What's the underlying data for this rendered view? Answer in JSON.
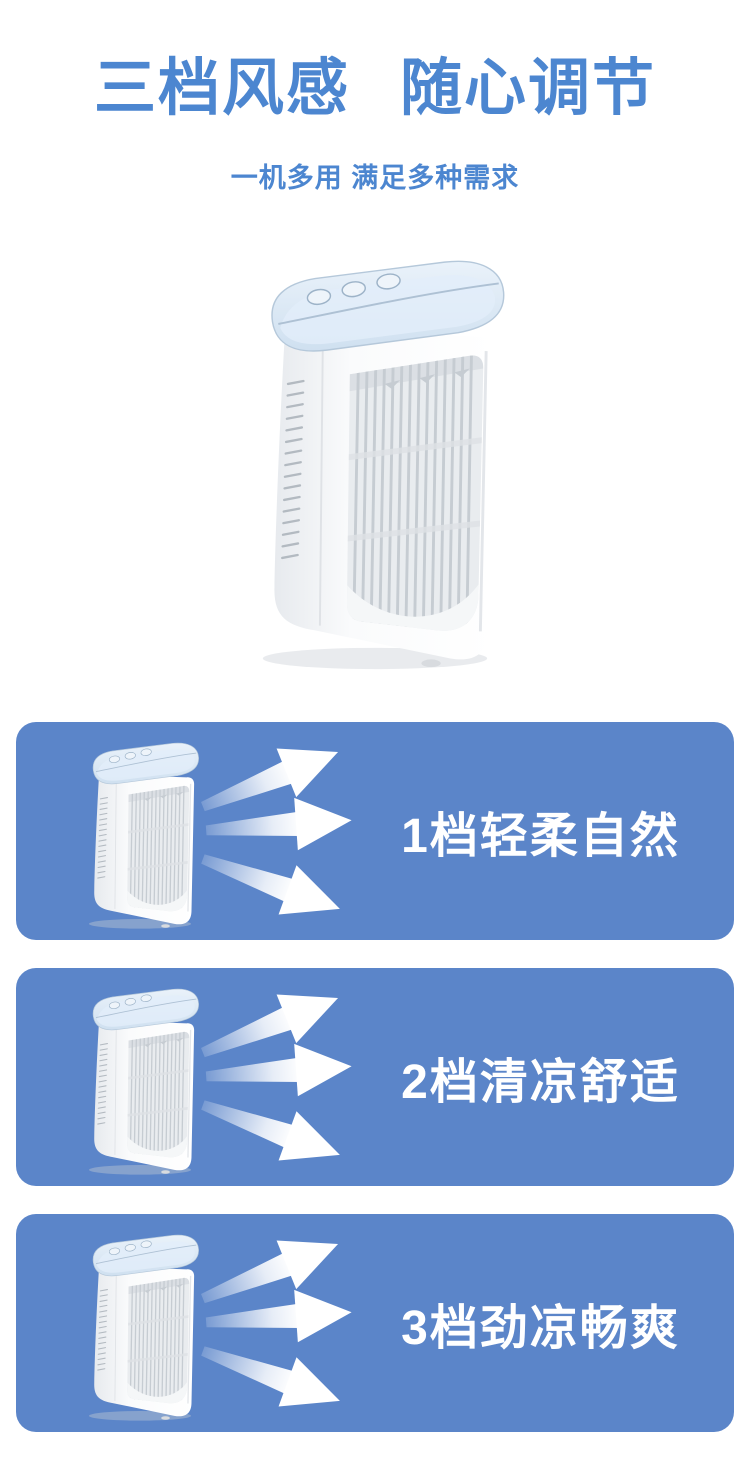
{
  "colors": {
    "page_bg": "#ffffff",
    "title_blue": "#4c86d0",
    "card_blue": "#5b85c9",
    "arrow_white": "#ffffff",
    "lid_blue": "#d9e8f5",
    "grille_gray": "#e9ecef"
  },
  "header": {
    "title_part1": "三档风感",
    "title_part2": "随心调节",
    "subtitle": "一机多用 满足多种需求"
  },
  "cards": [
    {
      "label": "1档轻柔自然"
    },
    {
      "label": "2档清凉舒适"
    },
    {
      "label": "3档劲凉畅爽"
    }
  ]
}
